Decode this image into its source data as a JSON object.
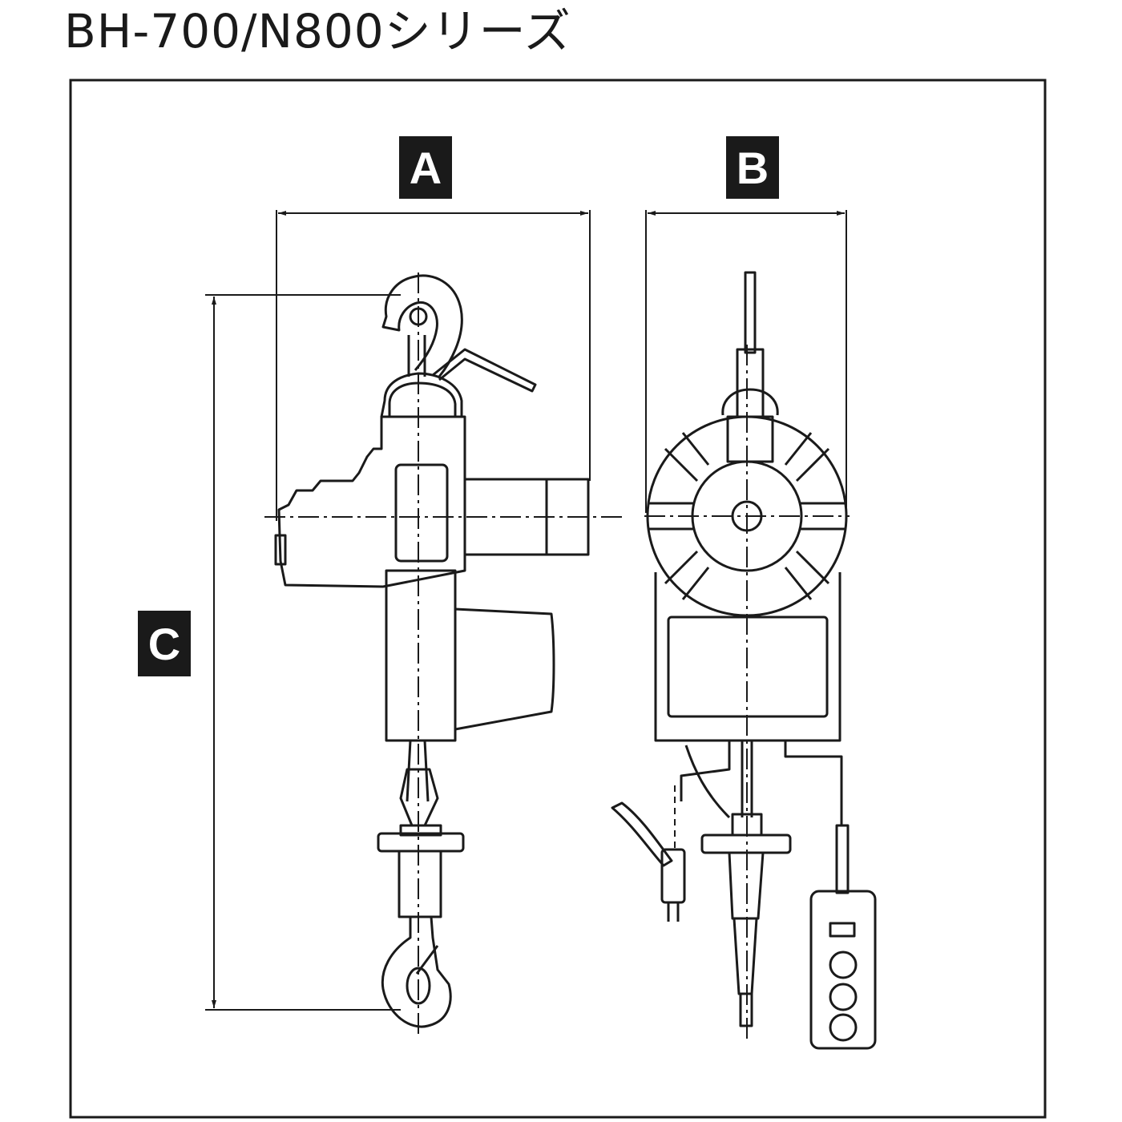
{
  "title": "BH-700/N800シリーズ",
  "dimension_labels": {
    "a": "A",
    "b": "B",
    "c": "C"
  },
  "colors": {
    "line": "#1a1a1a",
    "label_fill": "#1a1a1a",
    "label_text": "#ffffff",
    "background": "#ffffff"
  }
}
